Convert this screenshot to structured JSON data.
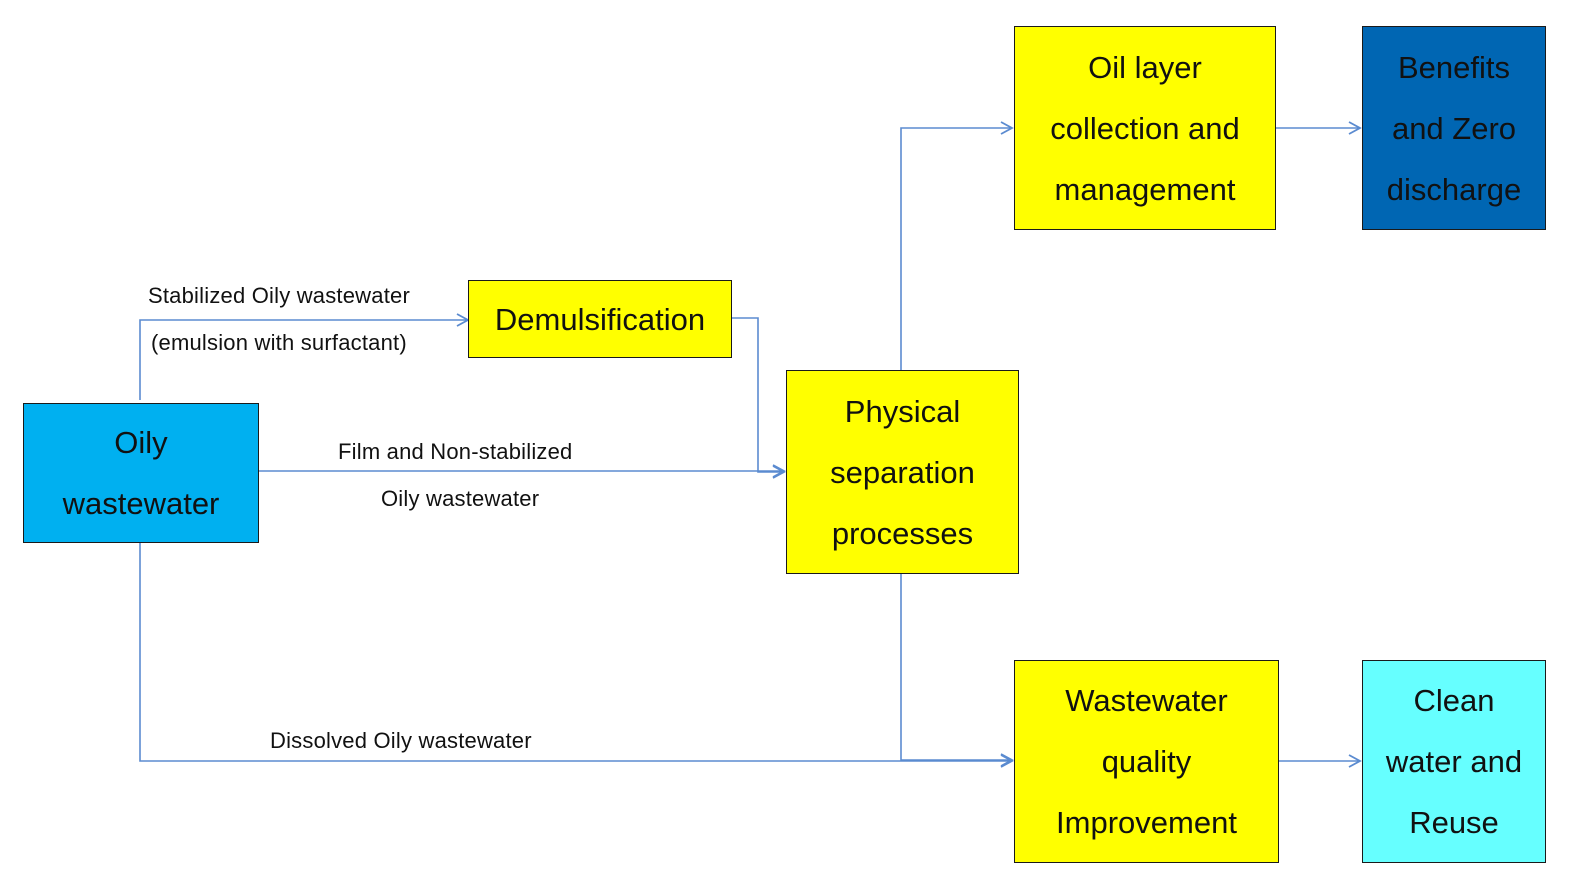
{
  "colors": {
    "process": "#ffff00",
    "source": "#00b0f0",
    "benefits": "#0066b3",
    "clean": "#66ffff",
    "arrow": "#5b8bd0"
  },
  "nodes": {
    "oily_wastewater": [
      "Oily",
      "wastewater"
    ],
    "demulsification": [
      "Demulsification"
    ],
    "physical_separation": [
      "Physical",
      "separation",
      "processes"
    ],
    "oil_layer": [
      "Oil layer",
      "collection and",
      "management"
    ],
    "benefits": [
      "Benefits",
      "and Zero",
      "discharge"
    ],
    "wastewater_quality": [
      "Wastewater",
      "quality",
      "Improvement"
    ],
    "clean_water": [
      "Clean",
      "water and",
      "Reuse"
    ]
  },
  "edge_labels": {
    "stabilized_line1": "Stabilized Oily wastewater",
    "stabilized_line2": "(emulsion with surfactant)",
    "film_line1": "Film and Non-stabilized",
    "film_line2": "Oily wastewater",
    "dissolved": "Dissolved Oily wastewater"
  }
}
